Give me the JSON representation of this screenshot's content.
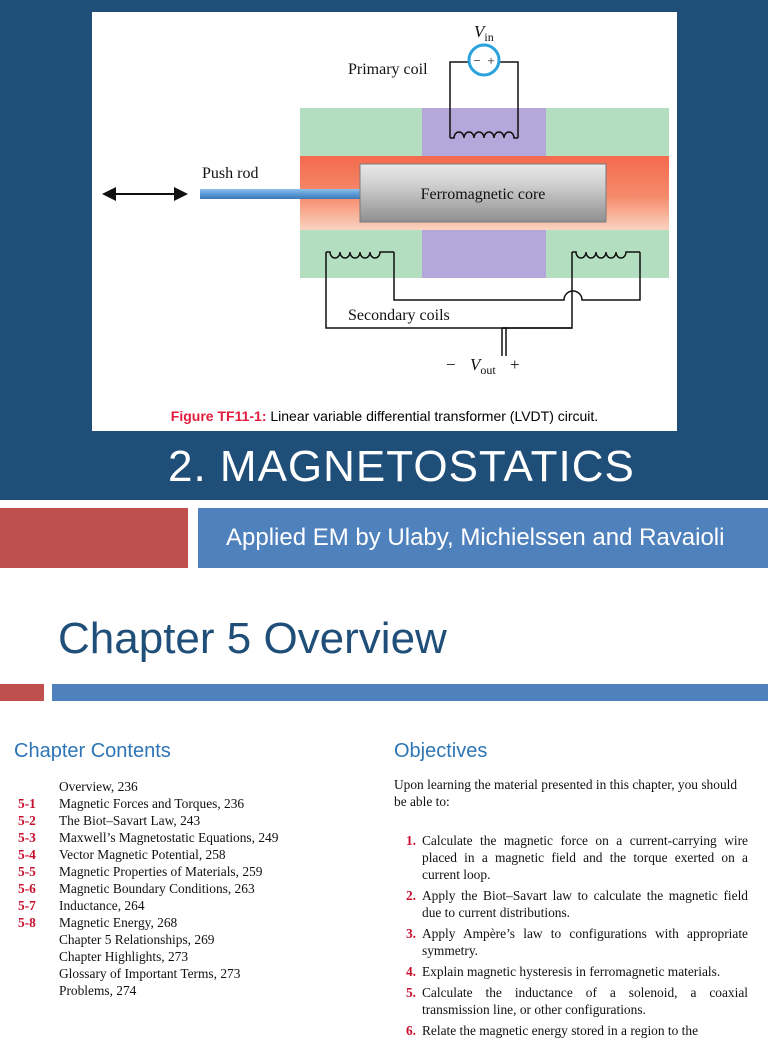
{
  "slide1": {
    "figure": {
      "labels": {
        "vin_main": "V",
        "vin_sub": "in",
        "vin_minus": "−",
        "vin_plus": "+",
        "primary_coil": "Primary coil",
        "push_rod": "Push rod",
        "core": "Ferromagnetic core",
        "secondary_coils": "Secondary coils",
        "vout_minus": "−",
        "vout_main": "V",
        "vout_sub": "out",
        "vout_plus": "+"
      },
      "caption_label": "Figure TF11-1:",
      "caption_text": " Linear variable differential transformer (LVDT) circuit.",
      "colors": {
        "green_block": "#b3dfc0",
        "purple_block": "#b3a8d9",
        "core_band": "#f0664d",
        "push_rod": "#5b9bd5",
        "vin_circle": "#29a3dd"
      }
    },
    "title": "2.  MAGNETOSTATICS",
    "subtitle": "Applied EM by Ulaby, Michielssen and Ravaioli"
  },
  "slide2": {
    "title": "Chapter 5 Overview",
    "contents": {
      "heading": "Chapter Contents",
      "items": [
        {
          "num": "",
          "text": "Overview, 236"
        },
        {
          "num": "5-1",
          "text": "Magnetic Forces and Torques, 236"
        },
        {
          "num": "5-2",
          "text": "The Biot–Savart Law, 243"
        },
        {
          "num": "5-3",
          "text": "Maxwell’s Magnetostatic Equations, 249"
        },
        {
          "num": "5-4",
          "text": "Vector Magnetic Potential, 258"
        },
        {
          "num": "5-5",
          "text": "Magnetic Properties of Materials, 259"
        },
        {
          "num": "5-6",
          "text": "Magnetic Boundary Conditions, 263"
        },
        {
          "num": "5-7",
          "text": "Inductance, 264"
        },
        {
          "num": "5-8",
          "text": "Magnetic Energy, 268"
        },
        {
          "num": "",
          "text": "Chapter 5 Relationships, 269"
        },
        {
          "num": "",
          "text": "Chapter Highlights, 273"
        },
        {
          "num": "",
          "text": "Glossary of Important Terms, 273"
        },
        {
          "num": "",
          "text": "Problems, 274"
        }
      ]
    },
    "objectives": {
      "heading": "Objectives",
      "intro": "Upon learning the material presented in this chapter, you should be able to:",
      "items": [
        {
          "num": "1.",
          "text": "Calculate the magnetic force on a current-carrying wire placed in a magnetic field and the torque exerted on a current loop."
        },
        {
          "num": "2.",
          "text": "Apply the Biot–Savart law to calculate the magnetic field due to current distributions."
        },
        {
          "num": "3.",
          "text": "Apply Ampère’s law to configurations with appropriate symmetry."
        },
        {
          "num": "4.",
          "text": "Explain magnetic hysteresis in ferromagnetic materials."
        },
        {
          "num": "5.",
          "text": "Calculate the inductance of a solenoid, a coaxial transmission line, or other configurations."
        },
        {
          "num": "6.",
          "text": "Relate the magnetic energy stored in a region to the"
        }
      ]
    },
    "colors": {
      "title": "#1f4e79",
      "heading": "#2e75b6",
      "number": "#c8102e"
    }
  }
}
